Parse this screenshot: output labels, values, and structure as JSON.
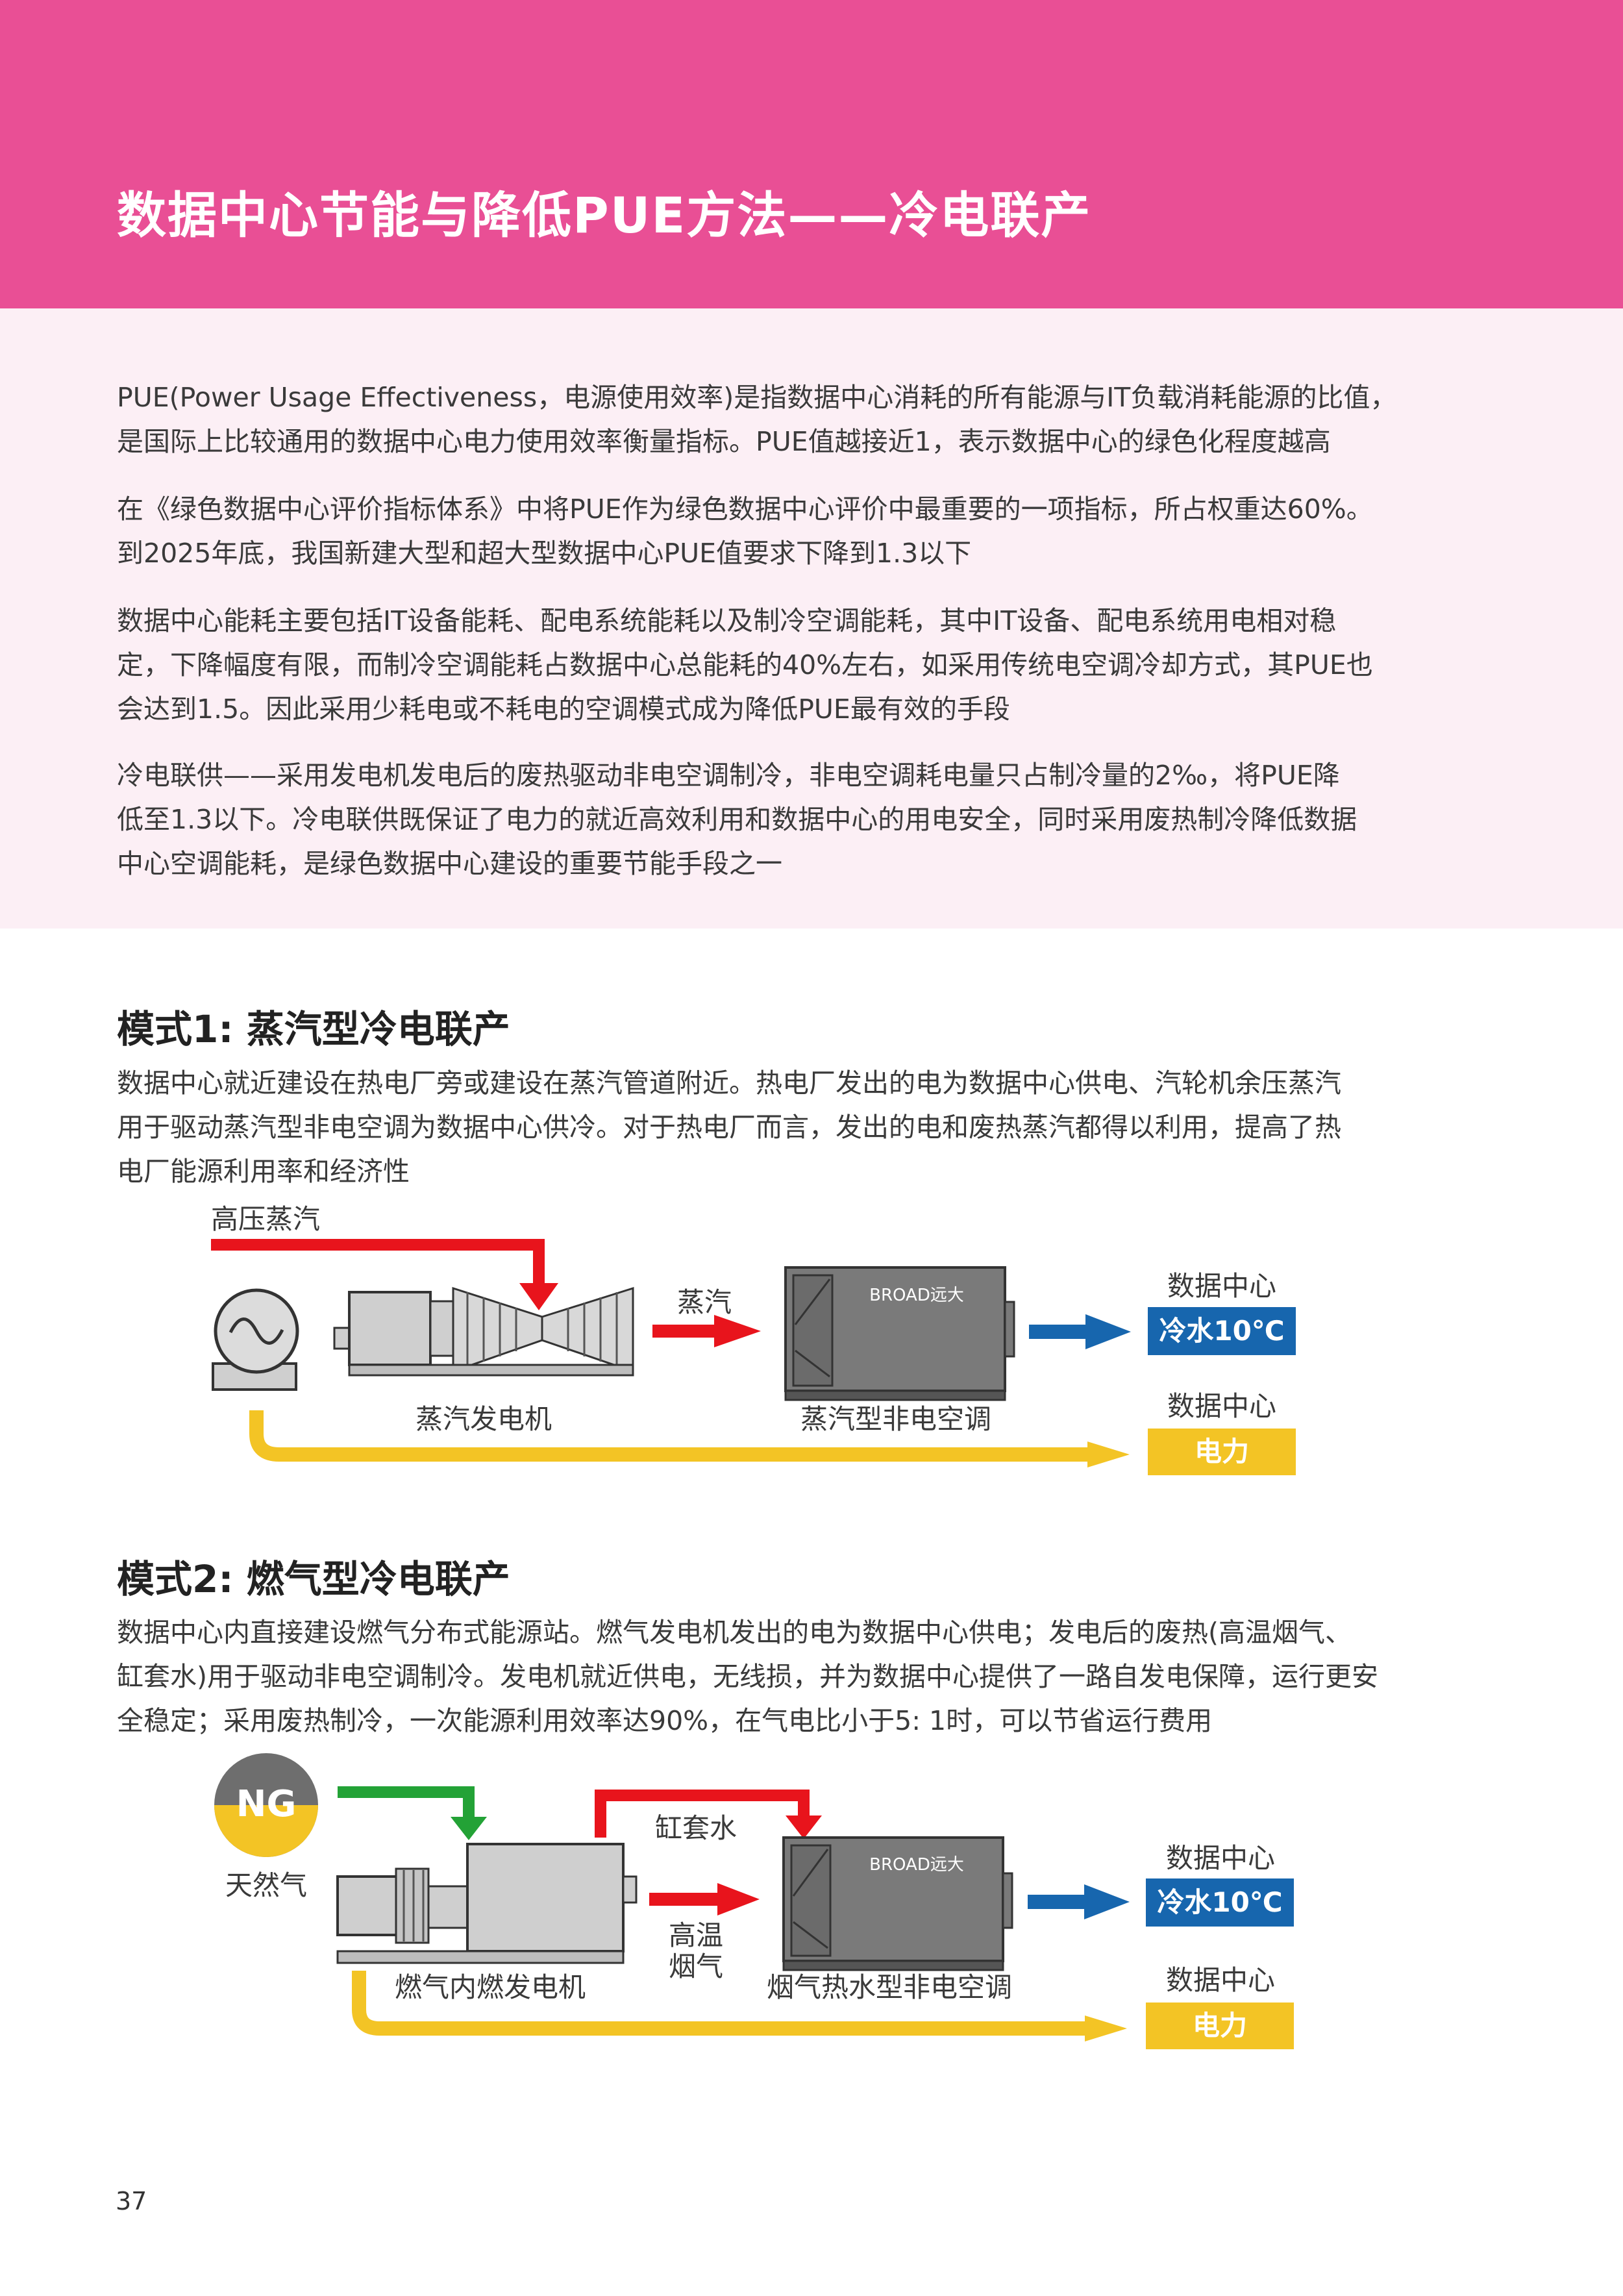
{
  "header": {
    "title": "数据中心节能与降低PUE方法——冷电联产"
  },
  "intro": {
    "paragraphs": [
      "PUE(Power Usage Effectiveness，电源使用效率)是指数据中心消耗的所有能源与IT负载消耗能源的比值，\n是国际上比较通用的数据中心电力使用效率衡量指标。PUE值越接近1，表示数据中心的绿色化程度越高",
      "在《绿色数据中心评价指标体系》中将PUE作为绿色数据中心评价中最重要的一项指标，所占权重达60%。\n到2025年底，我国新建大型和超大型数据中心PUE值要求下降到1.3以下",
      "数据中心能耗主要包括IT设备能耗、配电系统能耗以及制冷空调能耗，其中IT设备、配电系统用电相对稳\n定，下降幅度有限，而制冷空调能耗占数据中心总能耗的40%左右，如采用传统电空调冷却方式，其PUE也\n会达到1.5。因此采用少耗电或不耗电的空调模式成为降低PUE最有效的手段",
      "冷电联供——采用发电机发电后的废热驱动非电空调制冷，非电空调耗电量只占制冷量的2‰，将PUE降\n低至1.3以下。冷电联供既保证了电力的就近高效利用和数据中心的用电安全，同时采用废热制冷降低数据\n中心空调能耗，是绿色数据中心建设的重要节能手段之一"
    ]
  },
  "mode1": {
    "title": "模式1: 蒸汽型冷电联产",
    "description": "数据中心就近建设在热电厂旁或建设在蒸汽管道附近。热电厂发出的电为数据中心供电、汽轮机余压蒸汽\n用于驱动蒸汽型非电空调为数据中心供冷。对于热电厂而言，发出的电和废热蒸汽都得以利用，提高了热\n电厂能源利用率和经济性",
    "diagram": {
      "high_pressure_steam": "高压蒸汽",
      "steam": "蒸汽",
      "generator_label": "蒸汽发电机",
      "chiller_label": "蒸汽型非电空调",
      "brand": "BROAD远大",
      "dc_label_1": "数据中心",
      "chilled_water": "冷水10℃",
      "dc_label_2": "数据中心",
      "power": "电力"
    }
  },
  "mode2": {
    "title": "模式2: 燃气型冷电联产",
    "description": "数据中心内直接建设燃气分布式能源站。燃气发电机发出的电为数据中心供电；发电后的废热(高温烟气、\n缸套水)用于驱动非电空调制冷。发电机就近供电，无线损，并为数据中心提供了一路自发电保障，运行更安\n全稳定；采用废热制冷，一次能源利用效率达90%，在气电比小于5: 1时，可以节省运行费用",
    "diagram": {
      "ng_badge": "NG",
      "natural_gas": "天然气",
      "jacket_water": "缸套水",
      "flue_gas_line1": "高温",
      "flue_gas_line2": "烟气",
      "generator_label": "燃气内燃发电机",
      "chiller_label": "烟气热水型非电空调",
      "brand": "BROAD远大",
      "dc_label_1": "数据中心",
      "chilled_water": "冷水10℃",
      "dc_label_2": "数据中心",
      "power": "电力"
    }
  },
  "colors": {
    "header": "#e94f95",
    "intro_bg": "#fceff5",
    "red_arrow": "#e8141c",
    "blue_arrow": "#1766ae",
    "yellow_arrow": "#f3c425",
    "green_arrow": "#23a236",
    "blue_box": "#1766ae",
    "yellow_box": "#f3c425"
  },
  "footer": {
    "page_number": "37"
  }
}
